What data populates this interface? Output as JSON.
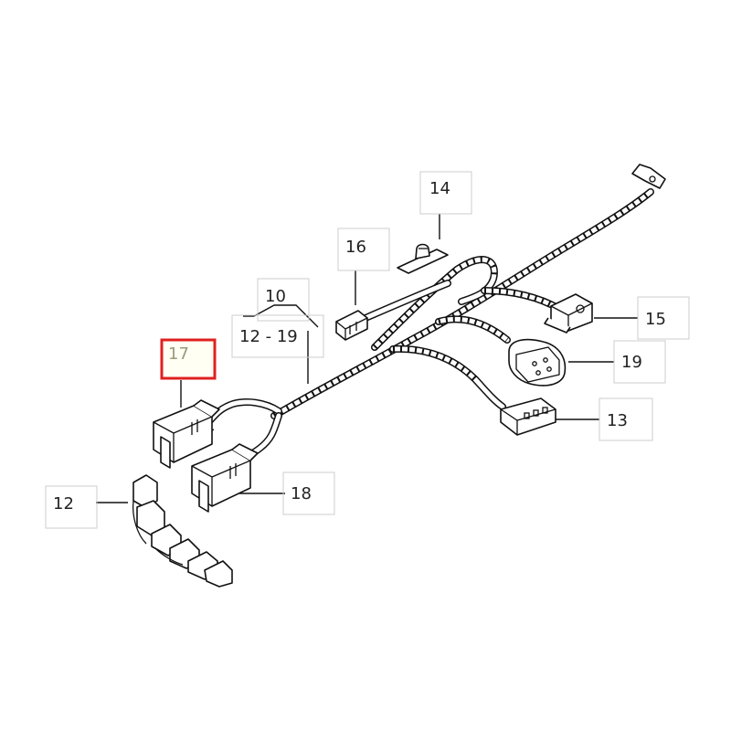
{
  "callouts": {
    "c14": "14",
    "c16": "16",
    "c10": "10",
    "c12_19": "12 - 19",
    "c17": "17",
    "c15": "15",
    "c19": "19",
    "c13": "13",
    "c18": "18",
    "c12": "12"
  },
  "colors": {
    "highlight_frame": "#e02020",
    "highlight_fill": "#fffff4",
    "highlight_text": "#9a9a7a",
    "line": "#111111",
    "label_box": "#cccccc"
  }
}
